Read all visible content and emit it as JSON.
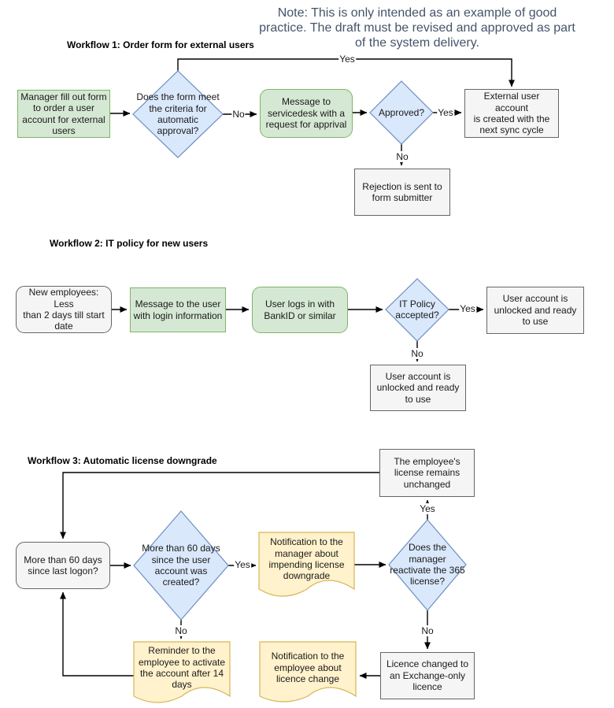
{
  "note": "Note: This is only intended as an example of good\npractice. The draft must be revised and approved as part\nof the system delivery.",
  "colors": {
    "process_green_fill": "#d5e8d4",
    "process_green_stroke": "#82b366",
    "decision_blue_fill": "#dae8fc",
    "decision_blue_stroke": "#6c8ebf",
    "terminal_gray_fill": "#f5f5f5",
    "terminal_gray_stroke": "#666666",
    "document_yellow_fill": "#fff2cc",
    "document_yellow_stroke": "#d6b656",
    "edge_black": "#000000",
    "note_text": "#44546a"
  },
  "workflow1": {
    "title": "Workflow 1: Order form for external users",
    "nodes": {
      "manager_form": "Manager fill out form\nto order a user\naccount for external\nusers",
      "criteria_decision": "Does the form meet\nthe criteria for\nautomatic\napproval?",
      "servicedesk_message": "Message to\nservicedesk with a\nrequest for apprival",
      "approved_decision": "Approved?",
      "account_created": "External user account\nis created with the\nnext sync cycle",
      "rejection": "Rejection is sent to\nform submitter"
    },
    "labels": {
      "yes_top": "Yes",
      "no_mid": "No",
      "yes_right": "Yes",
      "no_down": "No"
    }
  },
  "workflow2": {
    "title": "Workflow 2: IT policy for new users",
    "nodes": {
      "new_employees": "New employees: Less\nthan 2 days till start\ndate",
      "login_message": "Message to the user\nwith login information",
      "user_login": "User logs in with\nBankID or similar",
      "policy_decision": "IT Policy\naccepted?",
      "unlocked_yes": "User account is\nunlocked and ready\nto use",
      "unlocked_no": "User account is\nunlocked and ready\nto use"
    },
    "labels": {
      "yes_right": "Yes",
      "no_down": "No"
    }
  },
  "workflow3": {
    "title": "Workflow 3: Automatic license downgrade",
    "nodes": {
      "license_unchanged": "The employee's\nlicense remains\nunchanged",
      "last_logon": "More than 60 days\nsince last logon?",
      "account_age_decision": "More than 60 days\nsince the user\naccount was\ncreated?",
      "manager_notification": "Notification to the\nmanager about\nimpending license\ndowngrade",
      "reactivate_decision": "Does the\nmanager\nreactivate the 365\nlicense?",
      "reminder_document": "Reminder to the\nemployee to activate\nthe account after 14\ndays",
      "employee_notification": "Notification to the\nemployee about\nlicence change",
      "licence_changed": "Licence changed to\nan Exchange-only\nlicence"
    },
    "labels": {
      "yes_mid": "Yes",
      "yes_up": "Yes",
      "no_left": "No",
      "no_right": "No"
    }
  }
}
